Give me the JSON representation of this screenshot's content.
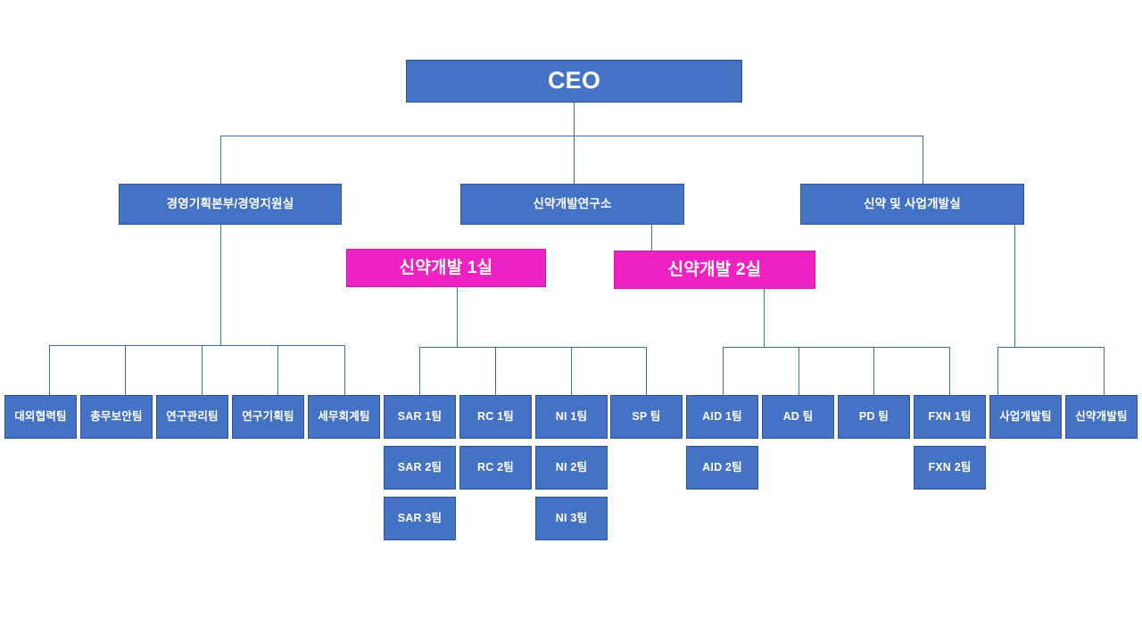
{
  "chart_type": "org-chart",
  "colors": {
    "box_blue": "#4472C4",
    "box_blue_border": "#2F5597",
    "box_magenta": "#EE22C2",
    "box_magenta_border": "#D615AE",
    "connector": "#3C6BB0",
    "text": "#FFFFFF",
    "background": "#FFFFFF"
  },
  "root": {
    "label": "CEO"
  },
  "divisions": [
    {
      "id": "mgmt",
      "label": "경영기획본부/경영지원실"
    },
    {
      "id": "rnd",
      "label": "신약개발연구소"
    },
    {
      "id": "bizdev",
      "label": "신약 및 사업개발실"
    }
  ],
  "labs": [
    {
      "id": "lab1",
      "label": "신약개발 1실"
    },
    {
      "id": "lab2",
      "label": "신약개발 2실"
    }
  ],
  "teams": {
    "mgmt": [
      {
        "label": "대외협력팀"
      },
      {
        "label": "총무보안팀"
      },
      {
        "label": "연구관리팀"
      },
      {
        "label": "연구기획팀"
      },
      {
        "label": "세무회계팀"
      }
    ],
    "lab1": [
      {
        "label": "SAR 1팀"
      },
      {
        "label": "SAR 2팀"
      },
      {
        "label": "SAR 3팀"
      },
      {
        "label": "RC 1팀"
      },
      {
        "label": "RC 2팀"
      },
      {
        "label": "NI 1팀"
      },
      {
        "label": "NI 2팀"
      },
      {
        "label": "NI 3팀"
      },
      {
        "label": "SP 팀"
      }
    ],
    "lab2": [
      {
        "label": "AID 1팀"
      },
      {
        "label": "AID 2팀"
      },
      {
        "label": "AD 팀"
      },
      {
        "label": "PD 팀"
      },
      {
        "label": "FXN 1팀"
      },
      {
        "label": "FXN 2팀"
      }
    ],
    "bizdev": [
      {
        "label": "사업개발팀"
      },
      {
        "label": "신약개발팀"
      }
    ]
  }
}
